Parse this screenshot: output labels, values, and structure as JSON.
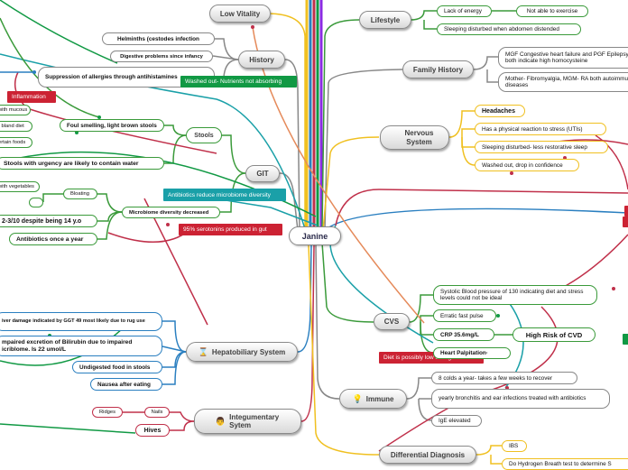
{
  "center": "Janine",
  "branches": {
    "low_vitality": "Low Vitality",
    "lifestyle": "Lifestyle",
    "family_history": "Family History",
    "history": "History",
    "nervous_system": "Nervous System",
    "git": "GIT",
    "stools": "Stools",
    "cvs": "CVS",
    "hepatobiliary": "Hepatobiliary System",
    "immune": "Immune",
    "integumentary": "Integumentary Sytem",
    "differential": "Differential Diagnosis"
  },
  "lifestyle": {
    "lack_of_energy": "Lack of energy",
    "not_able_to_exercise": "Not able to exercise",
    "sleeping_disturbed": "Sleeping disturbed when abdomen distended"
  },
  "family_history": {
    "mgf": "MGF Congestive heart failure and PGF Epilepsy, both indicate high homocysteine",
    "mother": "Mother- Fibromyalgia, MGM- RA both autoimmune diseases"
  },
  "history": {
    "helminths": "Helminths (cestodes infection",
    "digestive": "Digestive problems since infancy",
    "suppression": "Suppression of allergies through antihistamines"
  },
  "nervous": {
    "headaches": "Headaches",
    "physical_reaction": "Has a physical reaction to stress (UTIs)",
    "sleeping_disturbed": "Sleeping disturbed- less restorative sleep",
    "washed_out": "Washed out, drop in confidence"
  },
  "stools": {
    "foul": "Foul smelling, light brown stools",
    "urgency": "Stools with urgency are likely to contain water",
    "mucous": "with mucous",
    "bland_diet": "r bland diet",
    "certain_foods": "ertain foods",
    "with_vegetables": "with vegetables",
    "bloating": "Bloating",
    "rating": "2-3/10 despite being 14 y.o",
    "antibiotics_year": "Antibiotics once a year",
    "microbiome_decreased": "Microbiome diversity decreased"
  },
  "cvs": {
    "systolic": "Systolic Blood pressure of 130 indicating diet and stress levels could not be ideal",
    "erratic": "Erratic fast pulse",
    "crp": "CRP 35.6mg/L",
    "high_risk": "High Risk of CVD",
    "palpitation": "Heart Palpitation·"
  },
  "hepatobiliary": {
    "liver": "iver damage indicated by GGT 49 most likely due to rug use",
    "bilirubin": "mpaired excretion of Bilirubin due to impaired icriblome. Is 22 umol/L",
    "undigested": "Undigested food in stools",
    "nausea": "Nausea after eating"
  },
  "immune": {
    "colds": "8 colds a year- takes a few weeks to recover",
    "bronchitis": "yearly bronchitis and ear infections treated with antibiotics",
    "ige": "IgE elevated"
  },
  "integumentary": {
    "ridges": "Ridges",
    "nails": "Nails",
    "hives": "Hives"
  },
  "differential": {
    "ibs": "IBS",
    "breath_test": "Do Hydrogen Breath test to determine S"
  },
  "callouts": {
    "inflammation": "Inflammation",
    "washed_out_nutrients": "Washed out- Nutrients not absorbing",
    "antibiotics_reduce": "Antibiotics reduce microbiome diversity",
    "serotonin": "95% serotonins produced in gut",
    "diet_low_veg": "Diet is possibly low in vegetables"
  },
  "colors": {
    "red_callout": "#cc2233",
    "green_callout": "#119944",
    "teal_callout": "#1aa0a8",
    "yellow_branch": "#f0c020",
    "blue_branch": "#2a7fc0",
    "green_branch": "#3a9a3a",
    "red_branch": "#c0304a"
  },
  "icons": {
    "hepatobiliary": "hourglass-icon",
    "immune": "lightbulb-icon",
    "integumentary": "person-icon"
  }
}
